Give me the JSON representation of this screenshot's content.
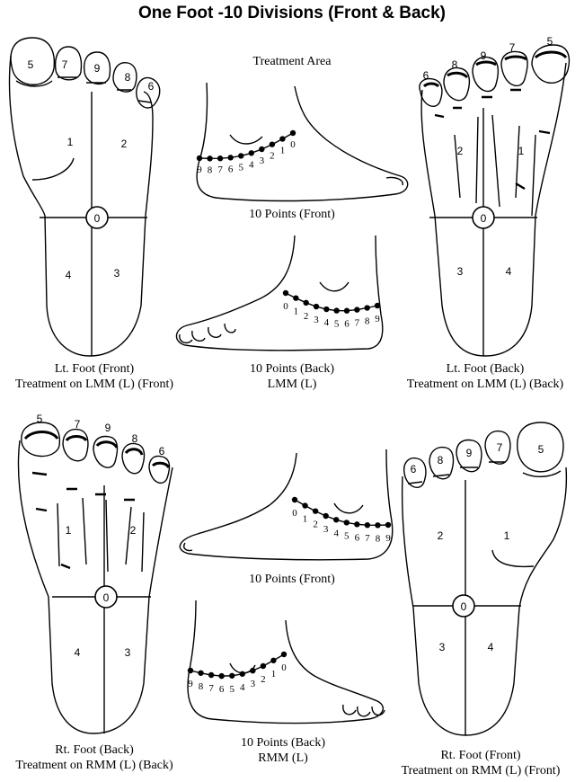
{
  "title": "One Foot -10 Divisions (Front & Back)",
  "treatment_area_label": "Treatment Area",
  "panels": {
    "lt_front": {
      "caption_line1": "Lt. Foot (Front)",
      "caption_line2": "Treatment on LMM (L) (Front)",
      "toe_numbers": [
        "5",
        "7",
        "9",
        "8",
        "6"
      ],
      "zone_numbers": [
        "1",
        "2",
        "4",
        "3"
      ],
      "center": "0"
    },
    "lt_back": {
      "caption_line1": "Lt. Foot (Back)",
      "caption_line2": "Treatment on LMM (L) (Back)",
      "toe_numbers": [
        "6",
        "8",
        "9",
        "7",
        "5"
      ],
      "zone_numbers": [
        "2",
        "1",
        "3",
        "4"
      ],
      "center": "0"
    },
    "rt_back": {
      "caption_line1": "Rt. Foot (Back)",
      "caption_line2": "Treatment on RMM (L) (Back)",
      "toe_numbers": [
        "5",
        "7",
        "9",
        "8",
        "6"
      ],
      "zone_numbers": [
        "1",
        "2",
        "4",
        "3"
      ],
      "center": "0"
    },
    "rt_front": {
      "caption_line1": "Rt. Foot (Front)",
      "caption_line2": "Treatment on RMM (L) (Front)",
      "toe_numbers": [
        "6",
        "8",
        "9",
        "7",
        "5"
      ],
      "zone_numbers": [
        "2",
        "1",
        "3",
        "4"
      ],
      "center": "0"
    }
  },
  "ankles": {
    "left_front": {
      "caption": "10 Points (Front)",
      "points": [
        "9",
        "8",
        "7",
        "6",
        "5",
        "4",
        "3",
        "2",
        "1",
        "0"
      ]
    },
    "left_back": {
      "caption_line1": "10 Points (Back)",
      "caption_line2": "LMM (L)",
      "points": [
        "0",
        "1",
        "2",
        "3",
        "4",
        "5",
        "6",
        "7",
        "8",
        "9"
      ]
    },
    "right_front": {
      "caption": "10 Points (Front)",
      "points": [
        "0",
        "1",
        "2",
        "3",
        "4",
        "5",
        "6",
        "7",
        "8",
        "9"
      ]
    },
    "right_back": {
      "caption_line1": "10 Points (Back)",
      "caption_line2": "RMM (L)",
      "points": [
        "9",
        "8",
        "7",
        "6",
        "5",
        "4",
        "3",
        "2",
        "1",
        "0"
      ]
    }
  }
}
